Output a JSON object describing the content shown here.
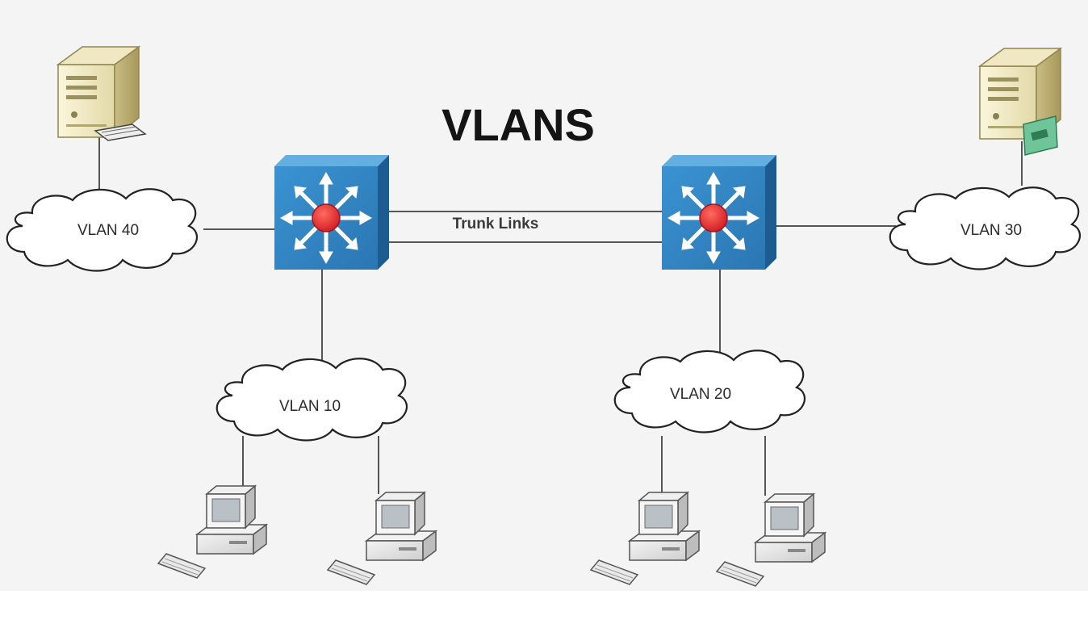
{
  "title": "VLANS",
  "trunk_label": "Trunk Links",
  "vlans": {
    "vlan40": "VLAN 40",
    "vlan30": "VLAN 30",
    "vlan10": "VLAN 10",
    "vlan20": "VLAN 20"
  },
  "colors": {
    "background": "#f4f4f4",
    "switch_face": "#2f86c6",
    "switch_top": "#5aa9dc",
    "switch_side": "#1f5f93",
    "switch_hub": "#e0252b",
    "link": "#555555",
    "cloud_fill": "#ffffff",
    "cloud_stroke": "#222222"
  }
}
